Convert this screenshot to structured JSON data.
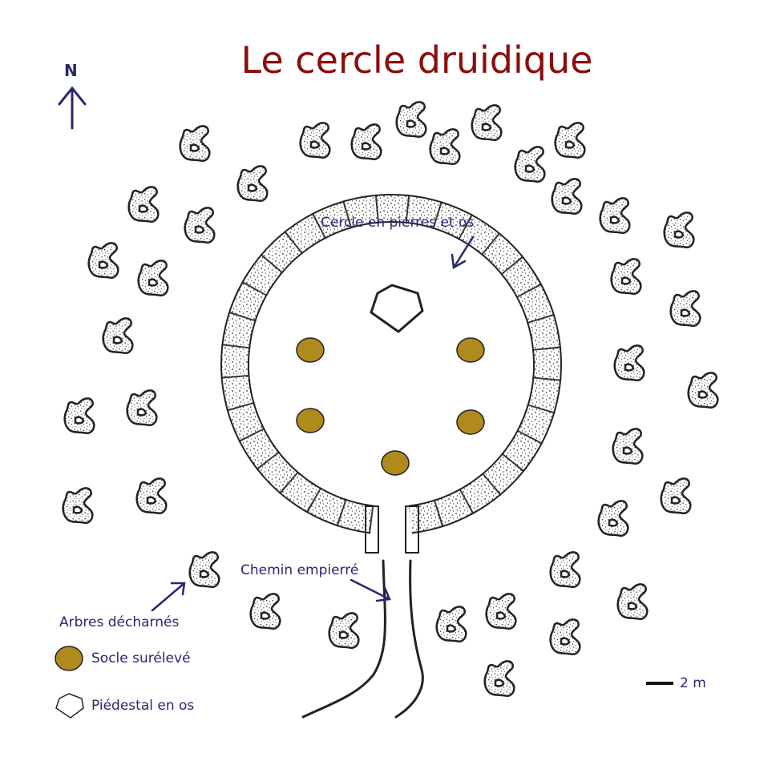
{
  "title": "Le cercle druidique",
  "north_label": "N",
  "labels": {
    "circle": "Cercle en pierres et os",
    "path": "Chemin empierré",
    "trees": "Arbres décharnés"
  },
  "legend": {
    "socle": "Socle surélevé",
    "piedestal": "Piédestal en os"
  },
  "scale_label": "2 m",
  "colors": {
    "title": "#8b0d0d",
    "label": "#262673",
    "socle": "#b08a1c",
    "outline": "#222222"
  },
  "icons": {
    "tree": "dead-tree-icon",
    "socle": "raised-base-icon",
    "pedestal": "bone-pedestal-icon",
    "north": "north-arrow-icon"
  }
}
